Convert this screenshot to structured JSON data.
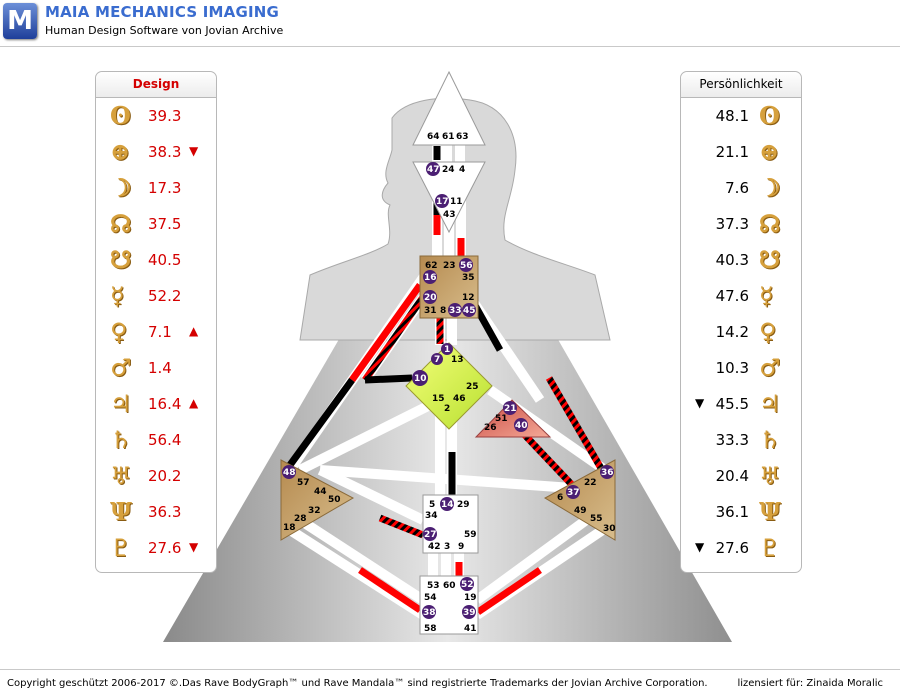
{
  "header": {
    "logo_letter": "M",
    "title": "MAIA MECHANICS IMAGING",
    "subtitle": "Human Design Software von Jovian Archive"
  },
  "design": {
    "title": "Design",
    "color": "#d40000",
    "rows": [
      {
        "glyph": "ʘ",
        "icon": "sun-icon",
        "value": "39.3",
        "arrow": ""
      },
      {
        "glyph": "⊕",
        "icon": "earth-icon",
        "value": "38.3",
        "arrow": "▼"
      },
      {
        "glyph": "☽",
        "icon": "moon-icon",
        "value": "17.3",
        "arrow": ""
      },
      {
        "glyph": "☊",
        "icon": "north-node-icon",
        "value": "37.5",
        "arrow": ""
      },
      {
        "glyph": "☋",
        "icon": "south-node-icon",
        "value": "40.5",
        "arrow": ""
      },
      {
        "glyph": "☿",
        "icon": "mercury-icon",
        "value": "52.2",
        "arrow": ""
      },
      {
        "glyph": "♀",
        "icon": "venus-icon",
        "value": "7.1",
        "arrow": "▲"
      },
      {
        "glyph": "♂",
        "icon": "mars-icon",
        "value": "1.4",
        "arrow": ""
      },
      {
        "glyph": "♃",
        "icon": "jupiter-icon",
        "value": "16.4",
        "arrow": "▲"
      },
      {
        "glyph": "♄",
        "icon": "saturn-icon",
        "value": "56.4",
        "arrow": ""
      },
      {
        "glyph": "♅",
        "icon": "uranus-icon",
        "value": "20.2",
        "arrow": ""
      },
      {
        "glyph": "Ψ",
        "icon": "neptune-icon",
        "value": "36.3",
        "arrow": ""
      },
      {
        "glyph": "♇",
        "icon": "pluto-icon",
        "value": "27.6",
        "arrow": "▼"
      }
    ]
  },
  "personality": {
    "title": "Persönlichkeit",
    "color": "#000000",
    "rows": [
      {
        "glyph": "ʘ",
        "icon": "sun-icon",
        "value": "48.1",
        "arrow": ""
      },
      {
        "glyph": "⊕",
        "icon": "earth-icon",
        "value": "21.1",
        "arrow": ""
      },
      {
        "glyph": "☽",
        "icon": "moon-icon",
        "value": "7.6",
        "arrow": ""
      },
      {
        "glyph": "☊",
        "icon": "north-node-icon",
        "value": "37.3",
        "arrow": ""
      },
      {
        "glyph": "☋",
        "icon": "south-node-icon",
        "value": "40.3",
        "arrow": ""
      },
      {
        "glyph": "☿",
        "icon": "mercury-icon",
        "value": "47.6",
        "arrow": ""
      },
      {
        "glyph": "♀",
        "icon": "venus-icon",
        "value": "14.2",
        "arrow": ""
      },
      {
        "glyph": "♂",
        "icon": "mars-icon",
        "value": "10.3",
        "arrow": ""
      },
      {
        "glyph": "♃",
        "icon": "jupiter-icon",
        "value": "45.5",
        "arrow": "▼"
      },
      {
        "glyph": "♄",
        "icon": "saturn-icon",
        "value": "33.3",
        "arrow": ""
      },
      {
        "glyph": "♅",
        "icon": "uranus-icon",
        "value": "20.4",
        "arrow": ""
      },
      {
        "glyph": "Ψ",
        "icon": "neptune-icon",
        "value": "36.1",
        "arrow": ""
      },
      {
        "glyph": "♇",
        "icon": "pluto-icon",
        "value": "27.6",
        "arrow": "▼"
      }
    ]
  },
  "bodygraph": {
    "highlighted_gates": [
      "47",
      "17",
      "56",
      "16",
      "20",
      "33",
      "45",
      "1",
      "7",
      "10",
      "21",
      "40",
      "48",
      "36",
      "37",
      "14",
      "27",
      "52",
      "38",
      "39"
    ],
    "colors": {
      "design": "#ff0000",
      "personality": "#000000",
      "gate_badge": "#4b1f73"
    }
  },
  "footer": {
    "copyright": "Copyright geschützt 2006-2017 ©.Das Rave BodyGraph™ und Rave Mandala™ sind registrierte Trademarks der Jovian Archive Corporation.",
    "license": "lizensiert für: Zinaida Moralic"
  }
}
